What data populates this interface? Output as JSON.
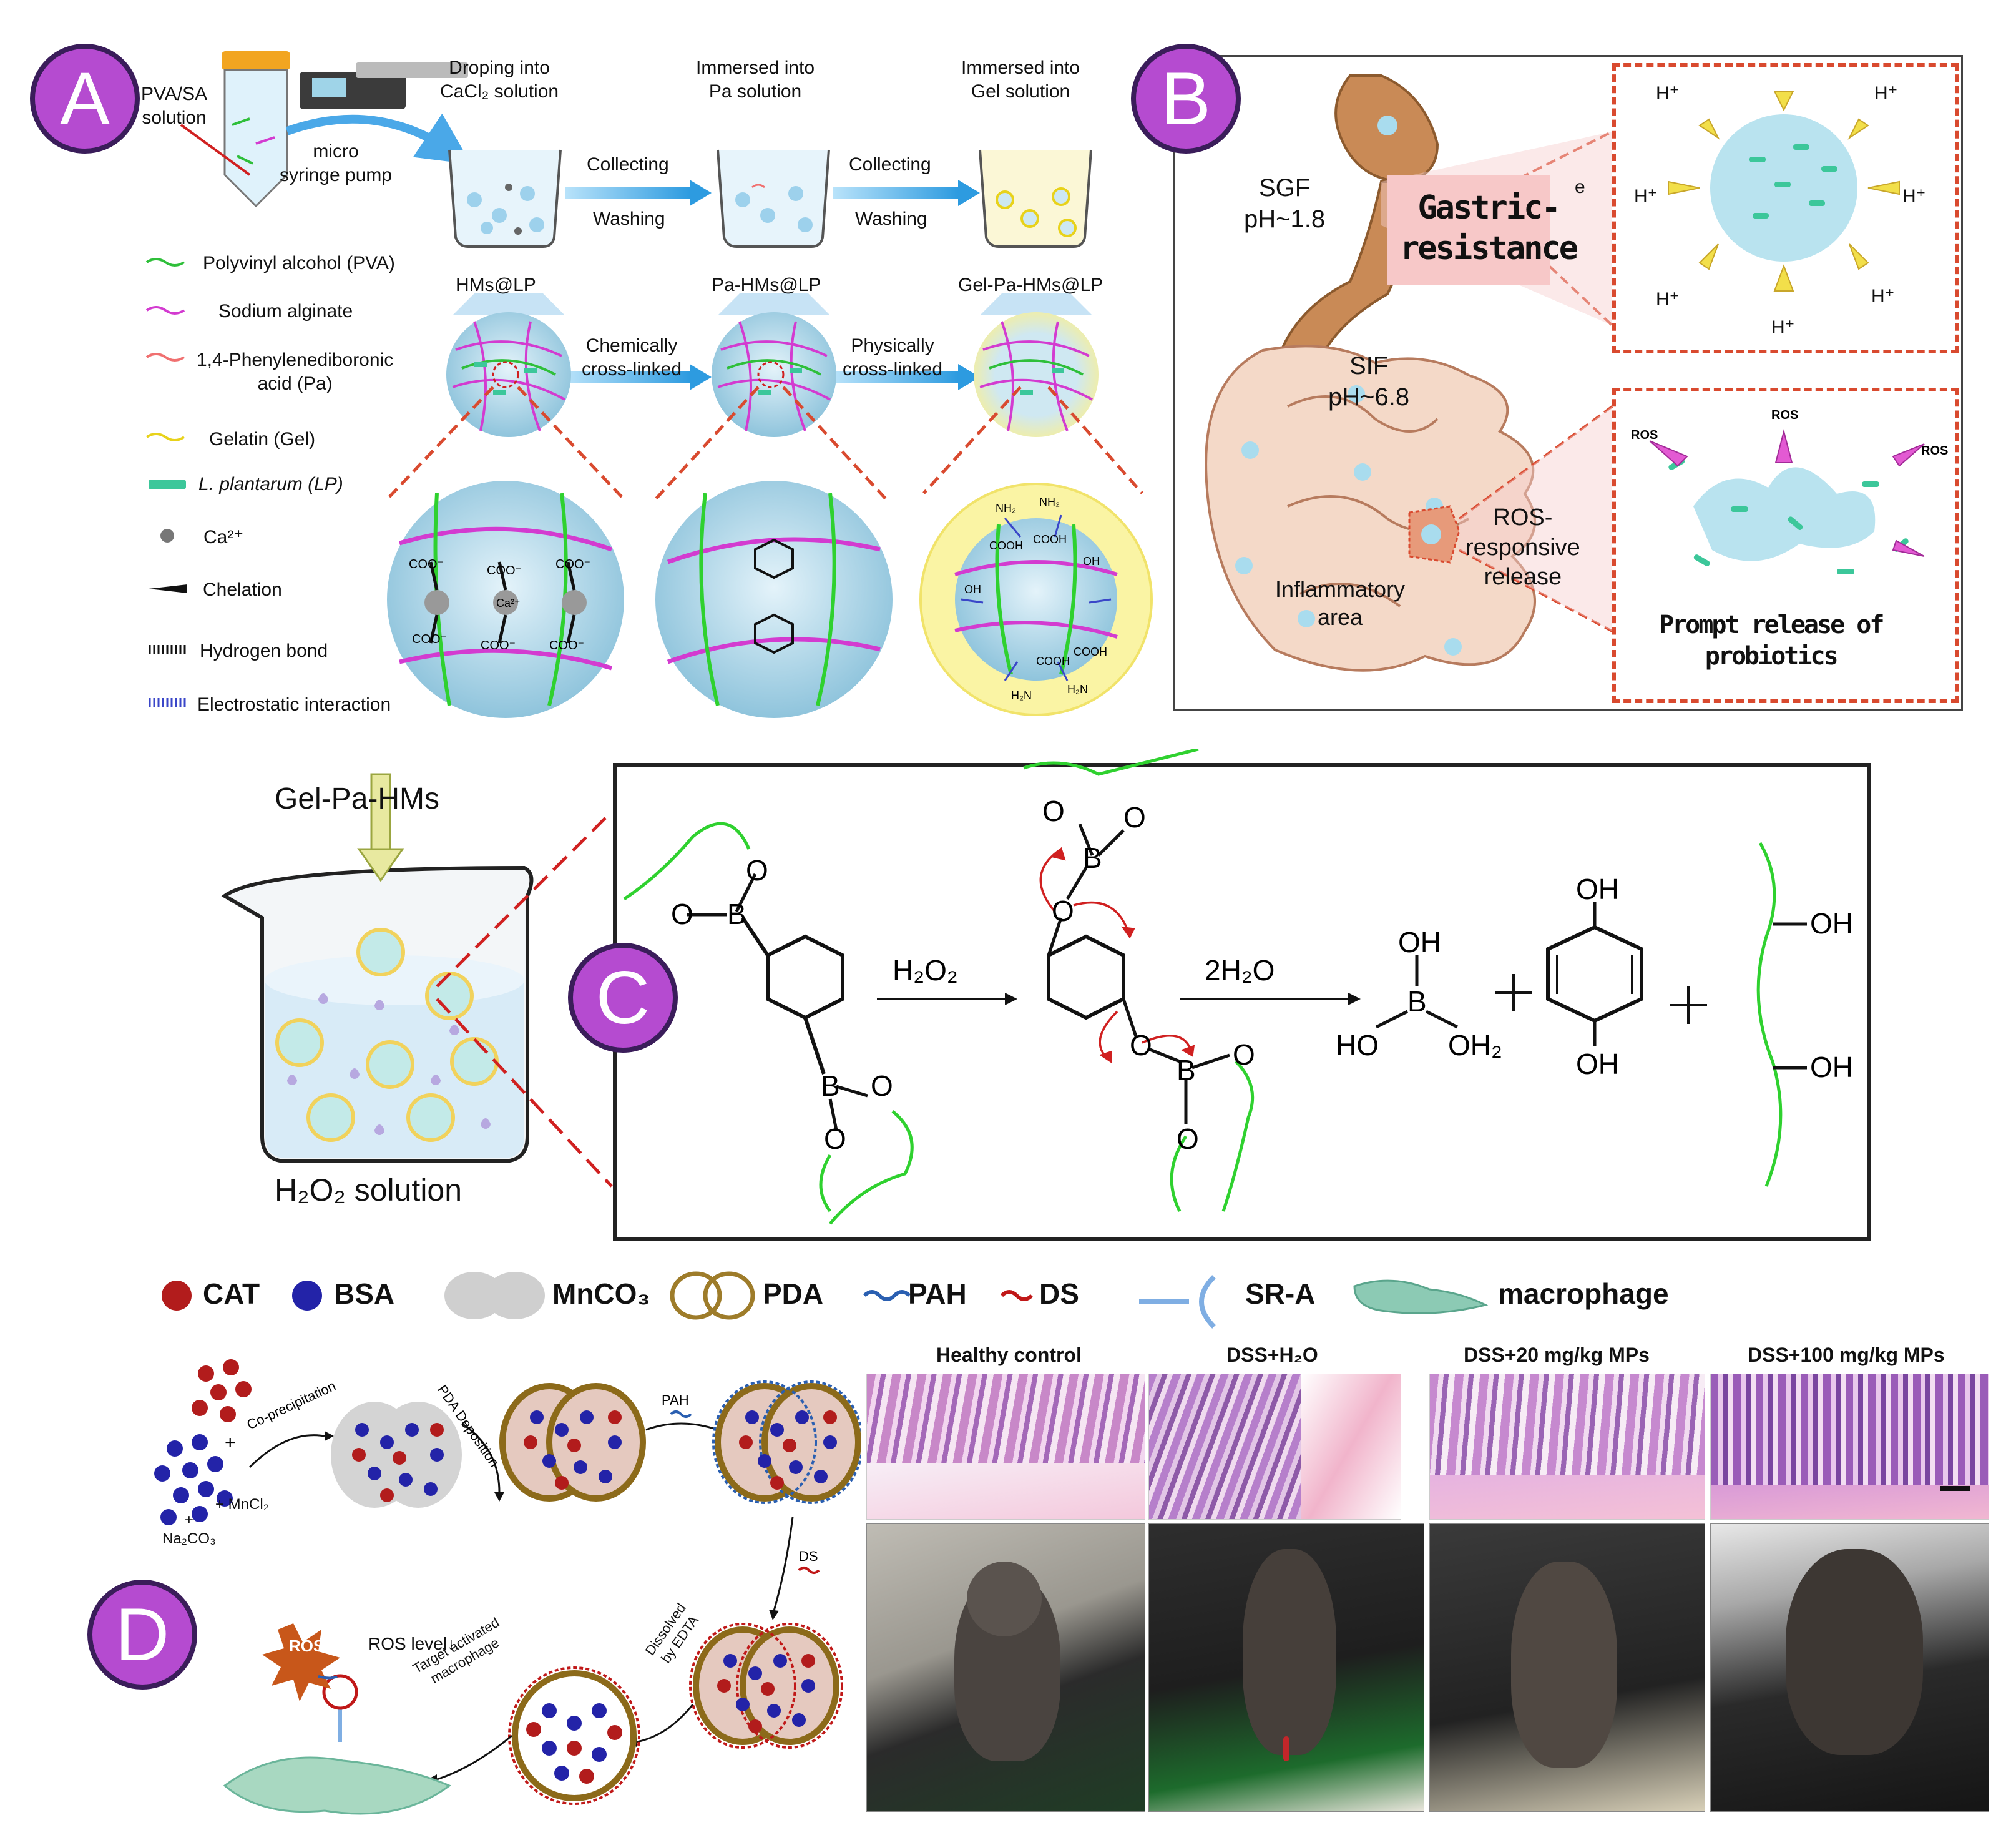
{
  "panel_a": {
    "badge": "A",
    "pva_sa": "PVA/SA\nsolution",
    "pump": "micro\nsyringe pump",
    "step1": "Droping into\nCaCl₂ solution",
    "step2": "Immersed into\nPa solution",
    "step3": "Immersed into\nGel solution",
    "collect": "Collecting",
    "wash": "Washing",
    "bead1": "HMs@LP",
    "bead2": "Pa-HMs@LP",
    "bead3": "Gel-Pa-HMs@LP",
    "chem": "Chemically\ncross-linked",
    "phys": "Physically\ncross-linked",
    "legend": [
      {
        "label": "Polyvinyl alcohol (PVA)",
        "color": "#2fbf3a"
      },
      {
        "label": "Sodium alginate",
        "color": "#d33bd0"
      },
      {
        "label": "1,4-Phenylenediboronic\nacid (Pa)",
        "color": "#f07070"
      },
      {
        "label": "Gelatin (Gel)",
        "color": "#e8d21a"
      },
      {
        "label": "L. plantarum (LP)",
        "color": "#3cc79a"
      },
      {
        "label": "Ca²⁺",
        "color": "#777777"
      },
      {
        "label": "Chelation",
        "color": "#111111"
      },
      {
        "label": "Hydrogen bond",
        "color": "#111111"
      },
      {
        "label": "Electrostatic interaction",
        "color": "#3a46c8"
      }
    ],
    "coo": "COO⁻",
    "ca": "Ca²⁺",
    "nh2": "NH₂",
    "cooh": "COOH",
    "oh": "OH",
    "h2n": "H₂N"
  },
  "panel_b": {
    "badge": "B",
    "sgf": "SGF\npH~1.8",
    "sif": "SIF\npH~6.8",
    "gastric": "Gastric-\nresistance",
    "ros_resp": "ROS-\nresponsive\nrelease",
    "inflam": "Inflammatory\narea",
    "prompt": "Prompt release of\nprobiotics",
    "hplus": "H⁺",
    "ros": "ROS",
    "e": "e"
  },
  "panel_c": {
    "badge": "C",
    "gel_pa": "Gel-Pa-HMs",
    "h2o2_sol": "H₂O₂ solution",
    "h2o2": "H₂O₂",
    "water": "2H₂O",
    "oh": "OH",
    "ho": "HO",
    "oh2": "OH₂",
    "b": "B",
    "o": "O"
  },
  "panel_d": {
    "badge": "D",
    "legend": [
      {
        "label": "CAT"
      },
      {
        "label": "BSA"
      },
      {
        "label": "MnCO₃"
      },
      {
        "label": "PDA"
      },
      {
        "label": "PAH"
      },
      {
        "label": "DS"
      },
      {
        "label": "SR-A"
      },
      {
        "label": "macrophage"
      }
    ],
    "coprec": "Co-precipitation",
    "pdadep": "PDA Deposition",
    "pah": "PAH",
    "ds": "DS",
    "edta": "Dissolved\nby EDTA",
    "target": "Target activated\nmacrophage",
    "ros": "ROS",
    "roslevel": "ROS level↓",
    "mncl2": "+ MnCl₂",
    "na2co3": "+\nNa₂CO₃",
    "plus": "+",
    "groups": [
      "Healthy control",
      "DSS+H₂O",
      "DSS+20 mg/kg MPs",
      "DSS+100 mg/kg MPs"
    ]
  },
  "colors": {
    "badge": "#b54bd0",
    "red_dash": "#d94a2f",
    "green_chain": "#2fd12f",
    "arrow_blue": "#4aa8e8"
  }
}
